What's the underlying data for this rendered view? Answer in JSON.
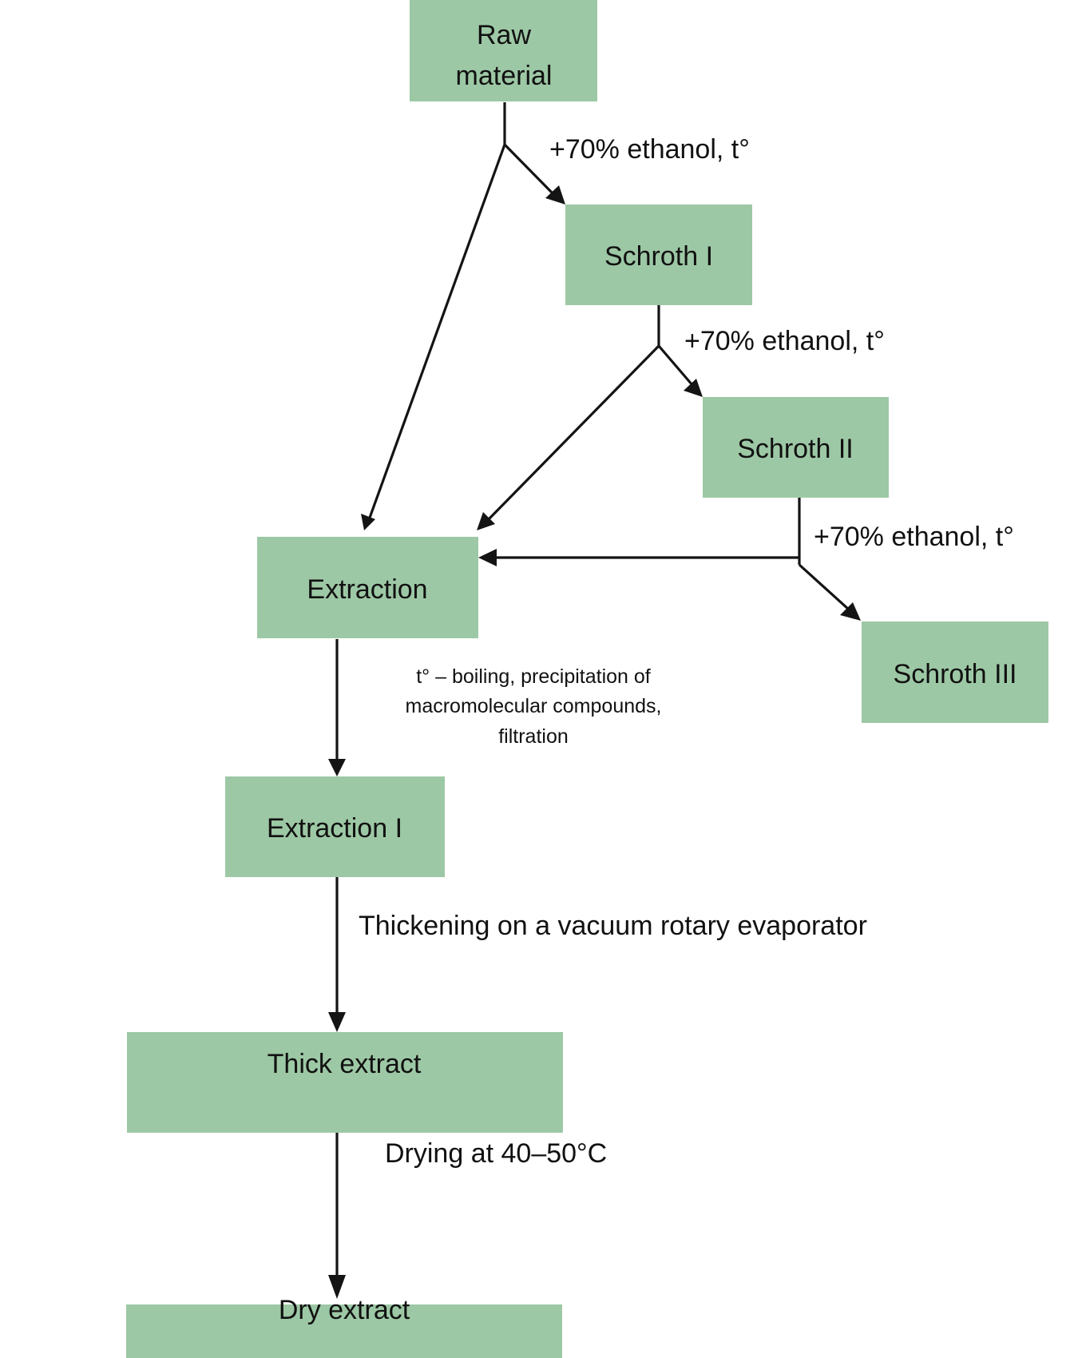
{
  "title": "Extraction process flowchart",
  "colors": {
    "box_fill": "#9dc8a5",
    "line": "#141414",
    "text": "#111111"
  },
  "nodes": {
    "raw_material": {
      "lines": [
        "Raw",
        "material"
      ]
    },
    "schroth_1": {
      "label": "Schroth I"
    },
    "schroth_2": {
      "label": "Schroth II"
    },
    "schroth_3": {
      "label": "Schroth III"
    },
    "extraction": {
      "label": "Extraction"
    },
    "extraction_1": {
      "label": "Extraction I"
    },
    "thick_extract": {
      "label": "Thick extract"
    },
    "dry_extract": {
      "label": "Dry extract"
    }
  },
  "edge_labels": {
    "ethanol_1": "+70% ethanol, t°",
    "ethanol_2": "+70% ethanol, t°",
    "ethanol_3": "+70% ethanol, t°",
    "boiling_note": [
      "t° – boiling, precipitation of",
      "macromolecular compounds,",
      "filtration"
    ],
    "thickening": "Thickening on a vacuum rotary evaporator",
    "drying": "Drying at 40–50°C"
  },
  "edges": [
    {
      "from": "raw_material",
      "to": "schroth_1"
    },
    {
      "from": "raw_material",
      "to": "extraction"
    },
    {
      "from": "schroth_1",
      "to": "schroth_2"
    },
    {
      "from": "schroth_1",
      "to": "extraction"
    },
    {
      "from": "schroth_2",
      "to": "schroth_3"
    },
    {
      "from": "schroth_2",
      "to": "extraction"
    },
    {
      "from": "extraction",
      "to": "extraction_1"
    },
    {
      "from": "extraction_1",
      "to": "thick_extract"
    },
    {
      "from": "thick_extract",
      "to": "dry_extract"
    }
  ]
}
